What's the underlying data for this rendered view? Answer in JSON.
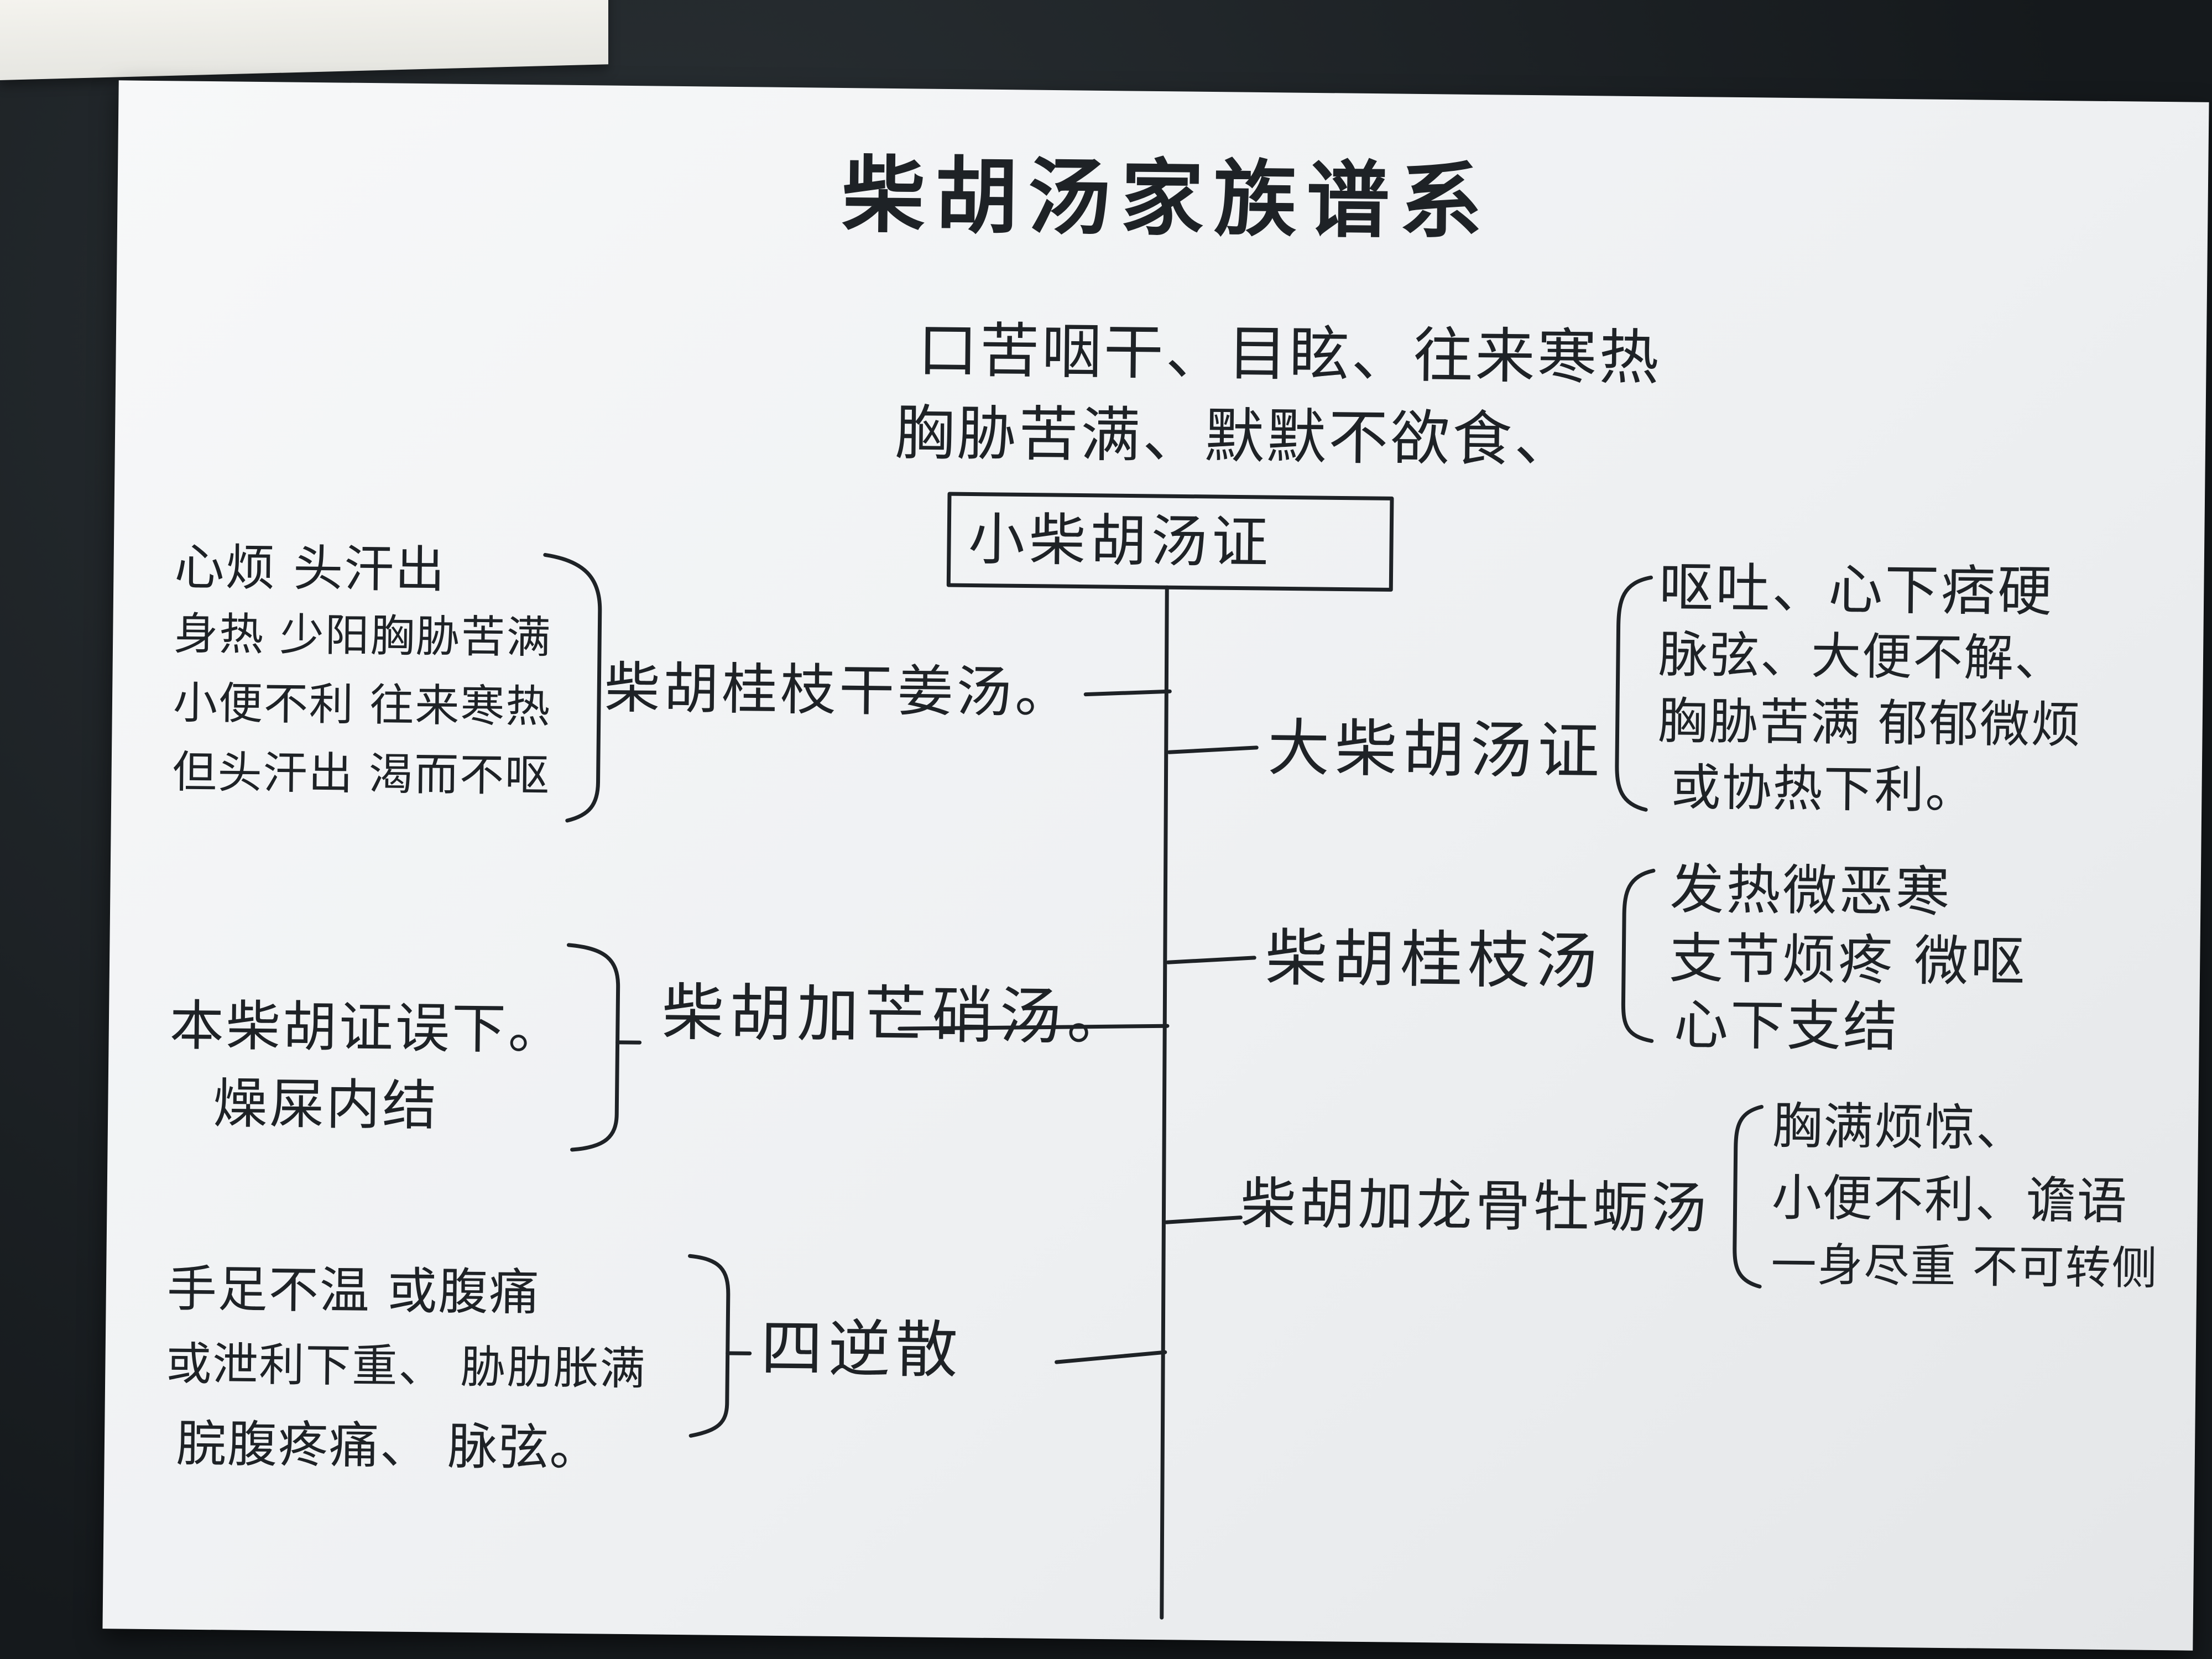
{
  "title": "柴胡汤家族谱系",
  "core_symptoms": [
    "口苦咽干、目眩、往来寒热",
    "胸胁苦满、默默不欲食、"
  ],
  "center_formula": "小柴胡汤证",
  "right_branches": [
    {
      "formula": "大柴胡汤证",
      "symptoms": [
        "呕吐、心下痞硬",
        "脉弦、大便不解、",
        "胸胁苦满 郁郁微烦",
        "或协热下利。"
      ]
    },
    {
      "formula": "柴胡桂枝汤",
      "symptoms": [
        "发热微恶寒",
        "支节烦疼 微呕",
        "心下支结"
      ]
    },
    {
      "formula": "柴胡加龙骨牡蛎汤",
      "symptoms": [
        "胸满烦惊、",
        "小便不利、谵语",
        "一身尽重 不可转侧"
      ]
    }
  ],
  "left_branches": [
    {
      "formula": "柴胡桂枝干姜汤。",
      "symptoms": [
        "心烦 头汗出",
        "身热 少阳胸胁苦满",
        "小便不利 往来寒热",
        "但头汗出 渴而不呕"
      ]
    },
    {
      "formula": "柴胡加芒硝汤。",
      "symptoms": [
        "本柴胡证误下。",
        "燥屎内结"
      ]
    },
    {
      "formula": "四逆散",
      "symptoms": [
        "手足不温 或腹痛",
        "或泄利下重、 胁肋胀满",
        "脘腹疼痛、 脉弦。"
      ]
    }
  ]
}
